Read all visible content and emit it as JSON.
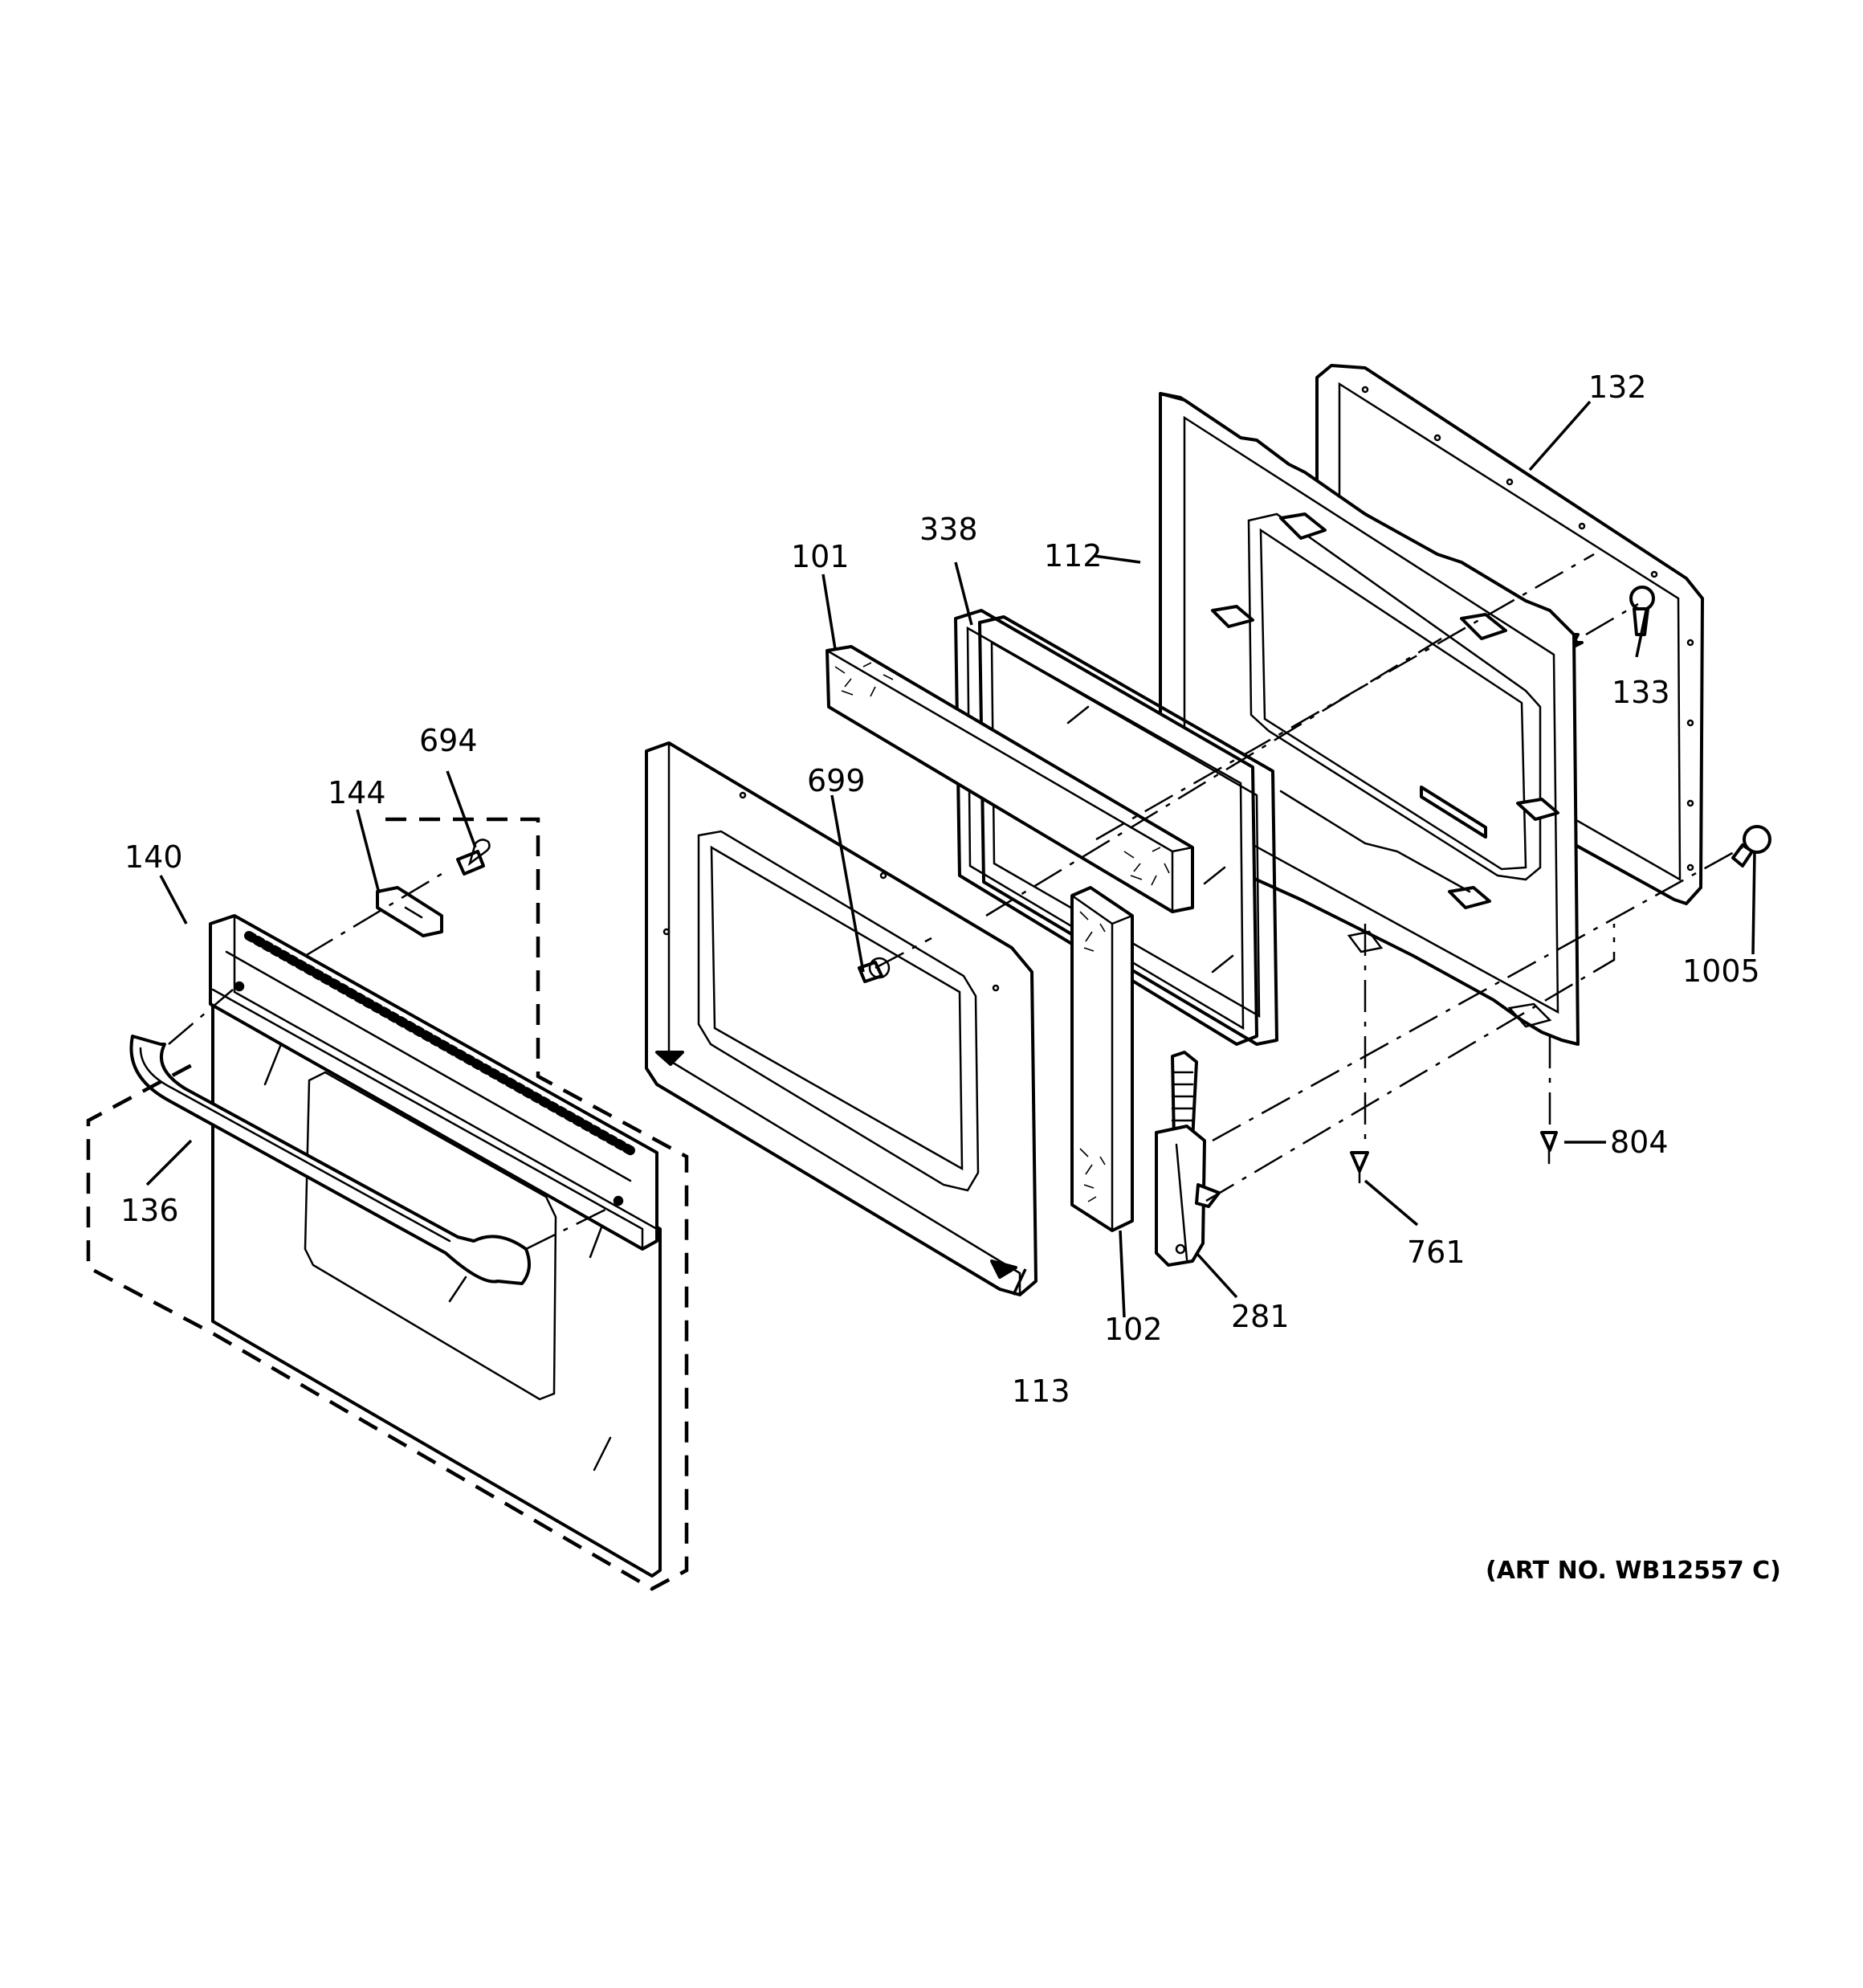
{
  "art_number": "(ART NO. WB12557 C)",
  "callouts": {
    "c132": "132",
    "c338": "338",
    "c112": "112",
    "c101": "101",
    "c133": "133",
    "c694": "694",
    "c699": "699",
    "c144": "144",
    "c140": "140",
    "c1005": "1005",
    "c136": "136",
    "c804": "804",
    "c761": "761",
    "c281": "281",
    "c102": "102",
    "c113": "113"
  }
}
